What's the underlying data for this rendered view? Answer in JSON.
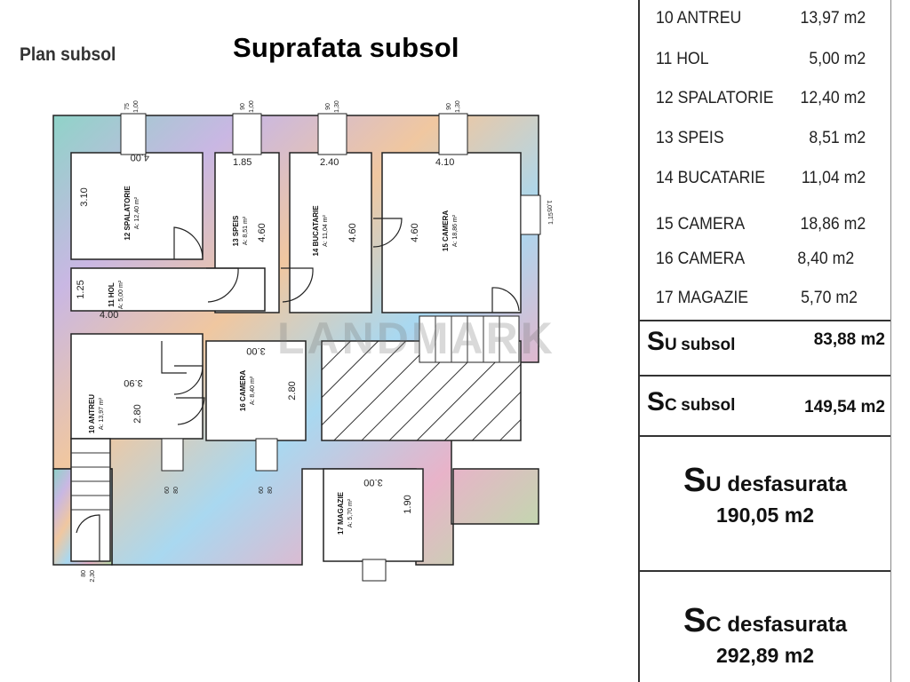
{
  "header": {
    "plan_label": "Plan subsol",
    "title": "Suprafata subsol"
  },
  "watermark": "LANDMARK",
  "rooms_table": [
    {
      "name": "10 ANTREU",
      "area": "13,97 m2"
    },
    {
      "name": "11 HOL",
      "area": "5,00 m2"
    },
    {
      "name": "12 SPALATORIE",
      "area": "12,40 m2"
    },
    {
      "name": "13 SPEIS",
      "area": "8,51 m2"
    },
    {
      "name": "14 BUCATARIE",
      "area": "11,04 m2"
    },
    {
      "name": "15 CAMERA",
      "area": "18,86 m2"
    },
    {
      "name": "16 CAMERA",
      "area": "8,40 m2"
    },
    {
      "name": "17 MAGAZIE",
      "area": "5,70 m2"
    }
  ],
  "summary": {
    "su_subsol": {
      "s": "S",
      "sub": "U",
      "label": "subsol",
      "value": "83,88 m2"
    },
    "sc_subsol": {
      "s": "S",
      "sub": "C",
      "label": "subsol",
      "value": "149,54 m2"
    },
    "su_desf": {
      "s": "S",
      "sub": "U",
      "label": "desfasurata",
      "value": "190,05 m2"
    },
    "sc_desf": {
      "s": "S",
      "sub": "C",
      "label": "desfasurata",
      "value": "292,89 m2"
    }
  },
  "plan_rooms": [
    {
      "id": "spalatorie",
      "name": "12 SPALATORIE",
      "area": "A: 12,40 m²"
    },
    {
      "id": "speis",
      "name": "13 SPEIS",
      "area": "A: 8,51 m²"
    },
    {
      "id": "bucatarie",
      "name": "14 BUCATARIE",
      "area": "A: 11,04 m²"
    },
    {
      "id": "camera15",
      "name": "15 CAMERA",
      "area": "A: 18,86 m²"
    },
    {
      "id": "hol",
      "name": "11 HOL",
      "area": "A: 5,00 m²"
    },
    {
      "id": "antreu",
      "name": "10 ANTREU",
      "area": "A: 13,97 m²"
    },
    {
      "id": "camera16",
      "name": "16 CAMERA",
      "area": "A: 8,40 m²"
    },
    {
      "id": "magazie",
      "name": "17 MAGAZIE",
      "area": "A: 5,70 m²"
    }
  ],
  "dimensions": {
    "spal_w": "4.00",
    "spal_h": "3.10",
    "speis_w": "1.85",
    "speis_h": "4.60",
    "buc_w": "2.40",
    "buc_h": "4.60",
    "cam15_w": "4.10",
    "cam15_h": "4.60",
    "hol_w": "4.00",
    "hol_h": "1.25",
    "antreu_w": "3.90",
    "antreu_h": "2.80",
    "cam16_w": "3.00",
    "cam16_h": "2.80",
    "mag_w": "3.00",
    "mag_h": "1.90",
    "win1_a": "75",
    "win1_b": "1,00",
    "win2_a": "90",
    "win2_b": "1,00",
    "win3_a": "90",
    "win3_b": "1,30",
    "win4_a": "90",
    "win4_b": "1,30",
    "win5_a": "1,05",
    "win5_b": "1,15",
    "win6_a": "60",
    "win6_b": "80",
    "win7_a": "60",
    "win7_b": "80",
    "door_a": "80",
    "door_b": "2,30"
  }
}
